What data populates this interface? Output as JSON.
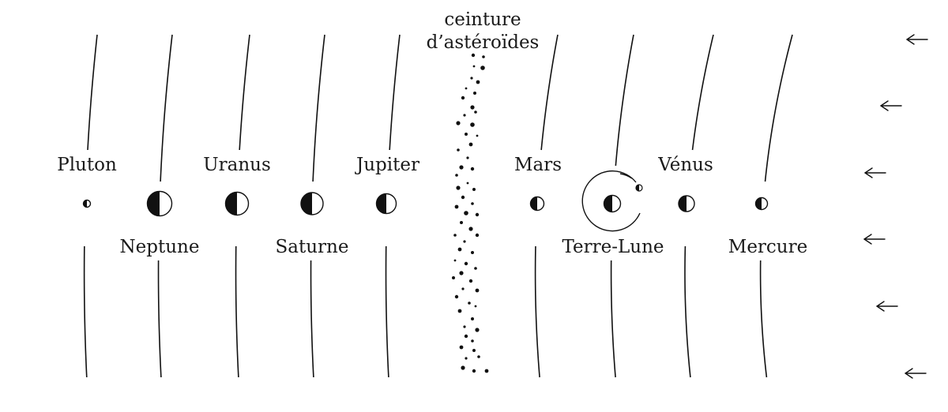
{
  "belt_label": [
    "ceinture",
    "d’astéroïdes"
  ],
  "planets": [
    {
      "id": "pluton",
      "name": "Pluton",
      "label_pos": "above"
    },
    {
      "id": "neptune",
      "name": "Neptune",
      "label_pos": "below"
    },
    {
      "id": "uranus",
      "name": "Uranus",
      "label_pos": "above"
    },
    {
      "id": "saturne",
      "name": "Saturne",
      "label_pos": "below"
    },
    {
      "id": "jupiter",
      "name": "Jupiter",
      "label_pos": "above"
    },
    {
      "id": "mars",
      "name": "Mars",
      "label_pos": "above"
    },
    {
      "id": "terre-lune",
      "name": "Terre-Lune",
      "label_pos": "below"
    },
    {
      "id": "venus",
      "name": "Vénus",
      "label_pos": "above"
    },
    {
      "id": "mercure",
      "name": "Mercure",
      "label_pos": "below"
    }
  ],
  "sunlight_arrow_count": 6,
  "colors": {
    "ink": "#111111",
    "background": "#ffffff"
  }
}
